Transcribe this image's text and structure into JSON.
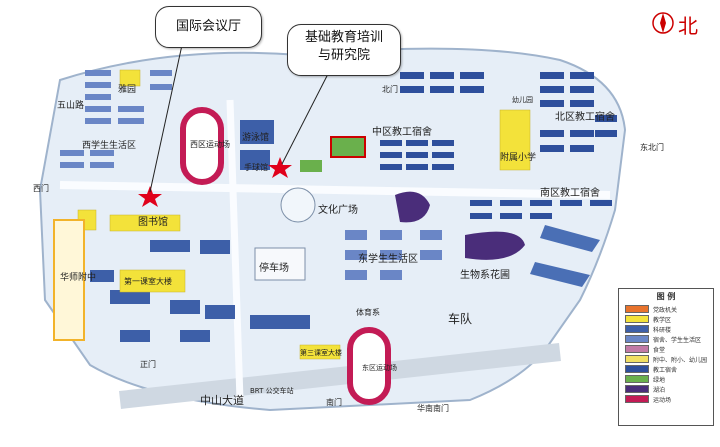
{
  "callouts": {
    "conference_hall": {
      "text": "国际会议厅"
    },
    "education_institute": {
      "line1": "基础教育培训",
      "line2": "与研究院"
    }
  },
  "compass": {
    "label": "北"
  },
  "map_labels": {
    "yayuan": "雅园",
    "west_student_area": "西学生生活区",
    "wuyi_road": "五山路",
    "west_field": "西区运动场",
    "youyong": "游泳馆",
    "shouqiu": "手球馆",
    "north_gate": "北门",
    "middle_staff": "中区教工宿舍",
    "north_staff": "北区教工宿舍",
    "kindergarten": "幼儿园",
    "primary_school": "附属小学",
    "east_north_gate": "东北门",
    "west_gate": "西门",
    "library": "图书馆",
    "culture_square": "文化广场",
    "south_staff": "南区教工宿舍",
    "parking": "停车场",
    "east_student_area": "东学生生活区",
    "bio_garden": "生物系花圃",
    "high_school": "华师附中",
    "first_building": "第一课室大楼",
    "sports_dept": "体育系",
    "motorcade": "车队",
    "zhengmen": "正门",
    "east_field": "东区运动场",
    "zhongshan_road": "中山大道",
    "south_gate": "南门",
    "huanan_south_gate": "华南南门",
    "bus_stop": "BRT 公交车站",
    "third_building": "第三课室大楼"
  },
  "legend": {
    "title": "图 例",
    "items": [
      {
        "label": "党政机关",
        "color": "#e8732c"
      },
      {
        "label": "教学区",
        "color": "#f3e23a"
      },
      {
        "label": "科研楼",
        "color": "#3d5fa8"
      },
      {
        "label": "宿舍、学生生活区",
        "color": "#6a86c6"
      },
      {
        "label": "食堂",
        "color": "#c27aa6"
      },
      {
        "label": "附中、附小、幼儿园",
        "color": "#f1df63"
      },
      {
        "label": "教工宿舍",
        "color": "#2e4f9c"
      },
      {
        "label": "绿地",
        "color": "#6ab04c"
      },
      {
        "label": "湖泊",
        "color": "#4a2d7a"
      },
      {
        "label": "运动场",
        "color": "#c31b55"
      }
    ]
  }
}
